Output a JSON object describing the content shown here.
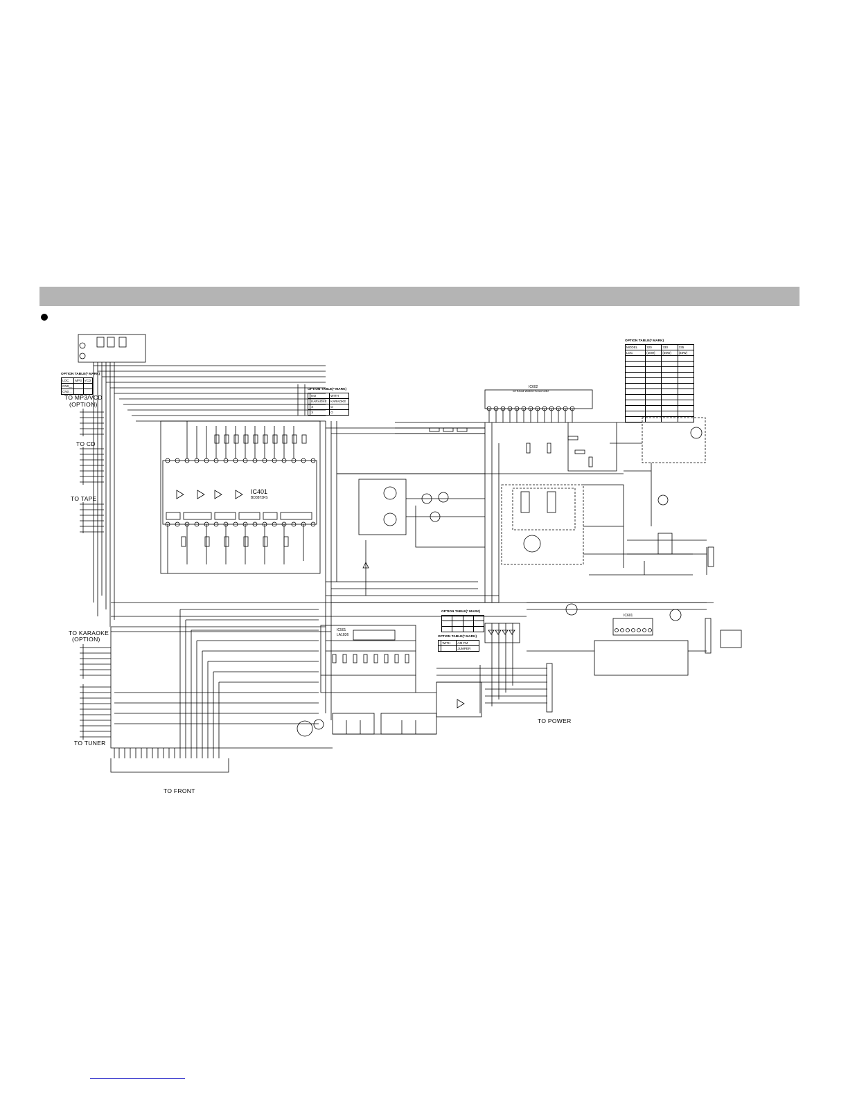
{
  "section": {
    "bullet": "bullet-icon"
  },
  "connector_labels": {
    "mp3vcd": "TO MP3/VCD",
    "mp3vcd_option": "(OPTION)",
    "cd": "TO CD",
    "tape": "TO TAPE",
    "karaoke": "TO KARAOKE",
    "karaoke_option": "(OPTION)",
    "tuner": "TO TUNER",
    "front": "TO FRONT",
    "power": "TO POWER"
  },
  "ics": {
    "ic401": "IC401",
    "ic401_part": "BD3873FS",
    "ic501": "IC501",
    "ic501_part": "LA1836",
    "ic601": "IC601",
    "ic602": "IC602",
    "ic602_part": "STK433-260/STK433-240"
  },
  "option_tables": {
    "table1": {
      "title": "OPTION TABLE(* MARK)",
      "rows": [
        [
          "LOC",
          "MP3",
          "VCD"
        ],
        [
          "CN0__",
          "",
          ""
        ],
        [
          "CN0__",
          "",
          ""
        ]
      ]
    },
    "table2": {
      "title": "OPTION TABLE(* MARK)",
      "rows": [
        [
          "",
          "NO",
          "WITH"
        ],
        [
          "",
          "KARAOKE",
          "KARAOKE"
        ],
        [
          "",
          "X",
          "O"
        ],
        [
          "",
          "X",
          "O"
        ]
      ]
    },
    "table3": {
      "title": "OPTION TABLE(* MARK)",
      "rows": [
        [
          "MODEL",
          "320",
          "330",
          "335"
        ],
        [
          "LOC",
          "(20W)",
          "(30W)",
          "(40W)"
        ]
      ]
    },
    "table4": {
      "title": "OPTION TABLE(* MARK)",
      "rows": [
        [
          "",
          "",
          "",
          ""
        ],
        [
          "",
          "",
          "",
          ""
        ],
        [
          "",
          "",
          "",
          ""
        ]
      ]
    },
    "table5": {
      "title": "OPTION TABLE(* MARK)",
      "rows": [
        [
          "",
          "WITH",
          "AM FM"
        ],
        [
          "",
          "",
          "JUMPER"
        ]
      ]
    }
  }
}
